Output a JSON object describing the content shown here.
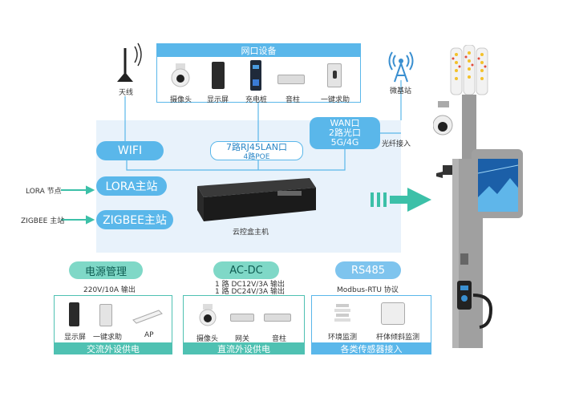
{
  "net_devices": {
    "title": "网口设备",
    "items": [
      "摄像头",
      "显示屏",
      "充电桩",
      "音柱",
      "一键求助"
    ]
  },
  "antenna_label": "天线",
  "base_station_label": "微基站",
  "wan": {
    "line1": "WAN口",
    "line2": "2路光口",
    "line3": "5G/4G"
  },
  "fiber_label": "光纤接入",
  "wifi_label": "WIFI",
  "lan": {
    "line1": "7路RJ45LAN口",
    "line2": "4路POE"
  },
  "lora": {
    "label": "LORA主站",
    "node_label": "LORA 节点"
  },
  "zigbee": {
    "label": "ZIGBEE主站",
    "node_label": "ZIGBEE 主站"
  },
  "host_label": "云控盒主机",
  "power": {
    "title": "电源管理",
    "spec": "220V/10A 输出",
    "box_title": "交流外设供电",
    "items": [
      "显示屏",
      "一键求助",
      "AP"
    ]
  },
  "acdc": {
    "title": "AC-DC",
    "spec1": "1 路 DC12V/3A 输出",
    "spec2": "1 路 DC24V/3A 输出",
    "box_title": "直流外设供电",
    "items": [
      "摄像头",
      "网关",
      "音柱"
    ]
  },
  "rs485": {
    "title": "RS485",
    "spec": "Modbus-RTU 协议",
    "box_title": "各类传感器接入",
    "items": [
      "环境监测",
      "杆体倾斜监测"
    ]
  },
  "colors": {
    "accent": "#5ab7ea",
    "teal": "#4fc1b2",
    "panel": "#e8f2fb",
    "arrow": "#3cc0a8"
  }
}
